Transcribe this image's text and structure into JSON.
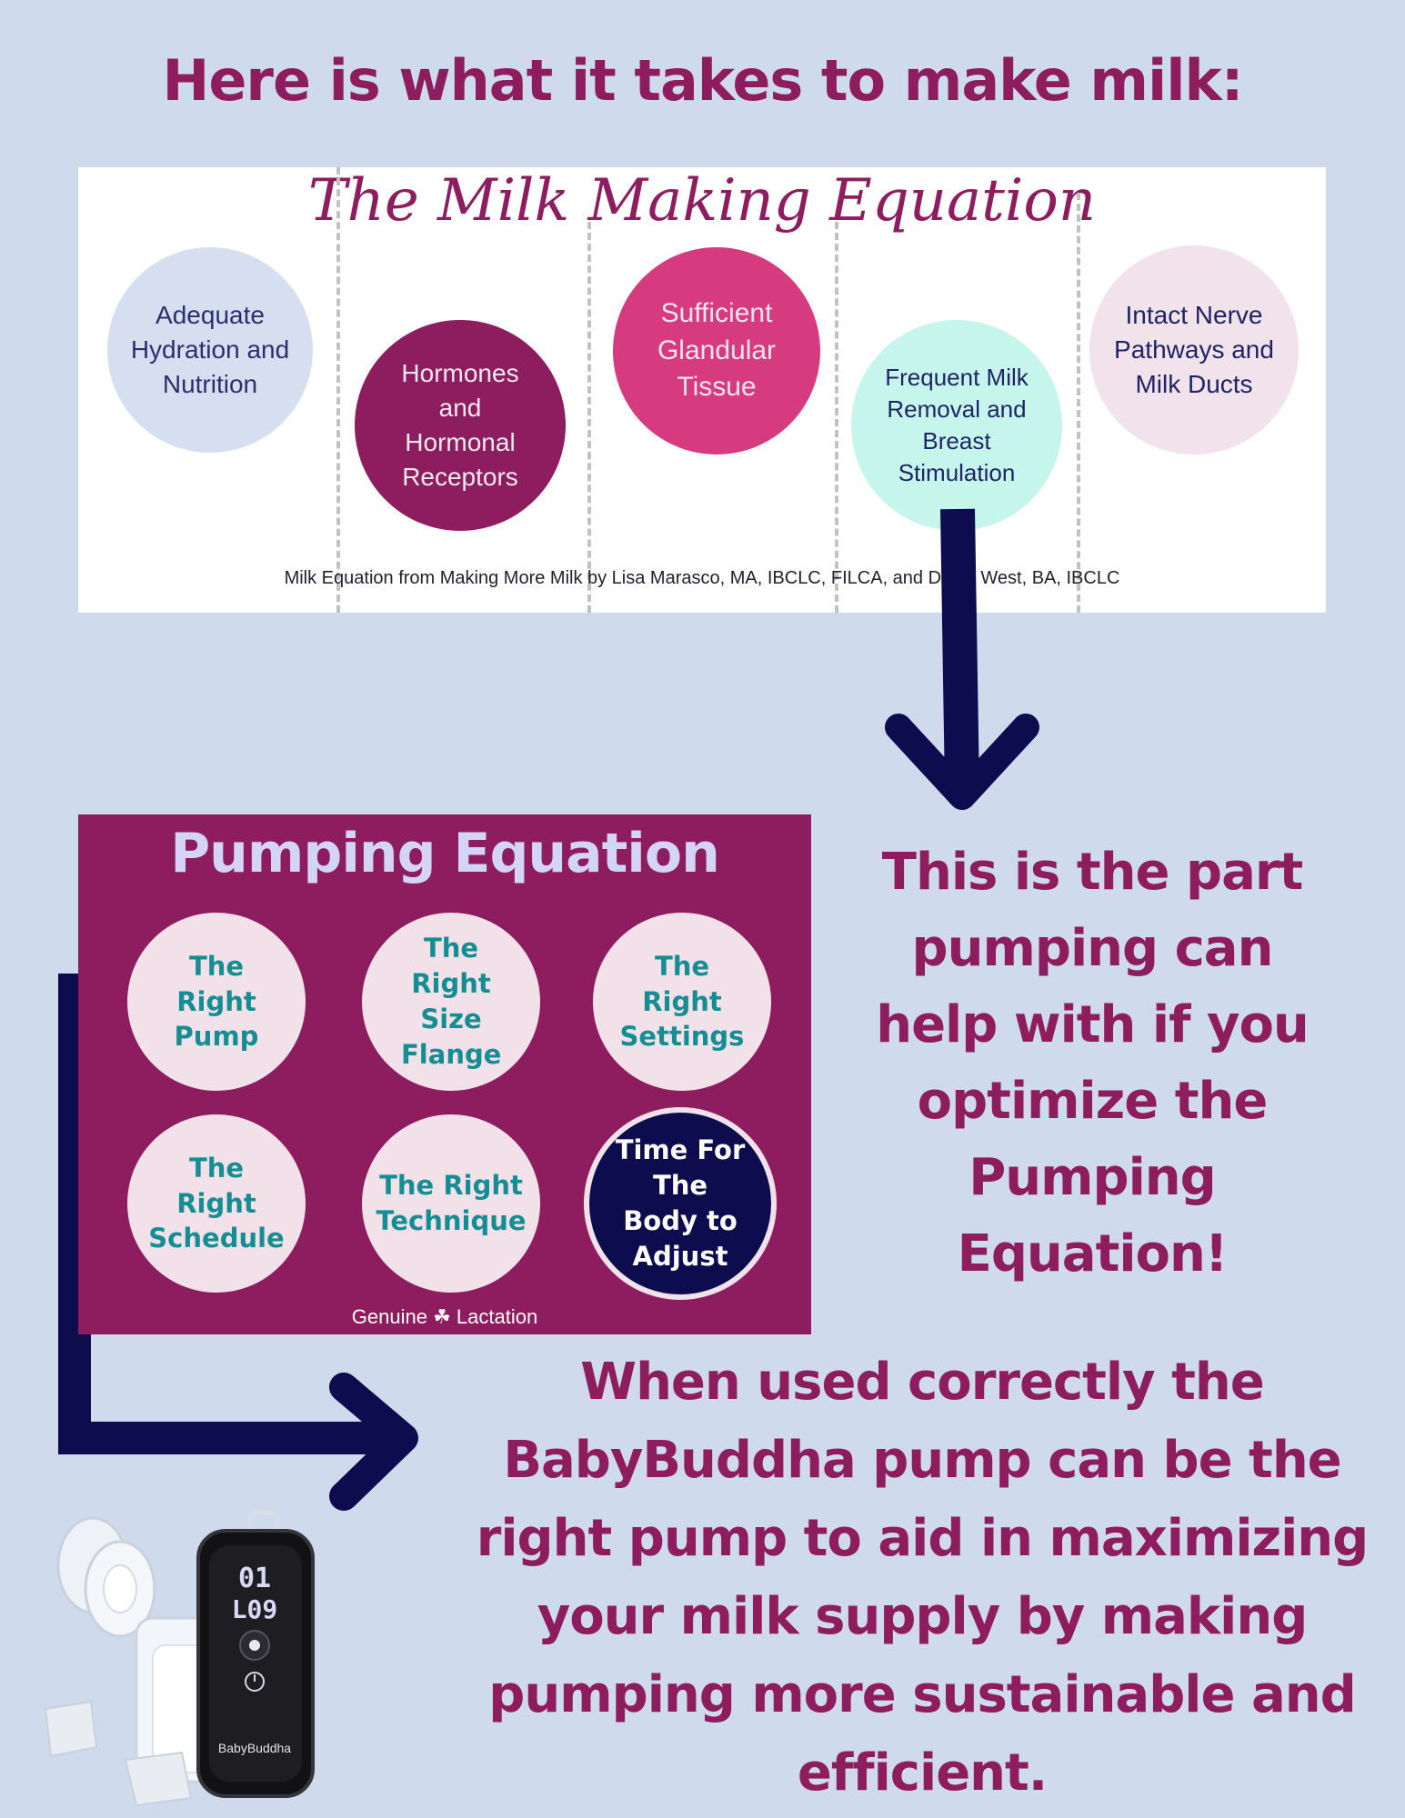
{
  "heading": "Here is what it takes to make milk:",
  "milk_equation": {
    "title": "The Milk Making Equation",
    "circles": [
      {
        "label": "Adequate Hydration and Nutrition",
        "color": "#d6dff0"
      },
      {
        "label": "Hormones and Hormonal Receptors",
        "color": "#8e1d5f"
      },
      {
        "label": "Sufficient Glandular Tissue",
        "color": "#d63a7f"
      },
      {
        "label": "Frequent Milk Removal and Breast Stimulation",
        "color": "#c6f5ec"
      },
      {
        "label": "Intact Nerve Pathways and Milk Ducts",
        "color": "#f1e2ec"
      }
    ],
    "credit": "Milk Equation from Making More Milk  by Lisa Marasco, MA, IBCLC, FILCA, and Diana West, BA, IBCLC"
  },
  "pumping_equation": {
    "title": "Pumping Equation",
    "circles": [
      {
        "label": "The Right Pump"
      },
      {
        "label": "The Right Size Flange"
      },
      {
        "label": "The Right Settings"
      },
      {
        "label": "The Right Schedule"
      },
      {
        "label": "The Right Technique"
      },
      {
        "label": "Time For The Body to Adjust"
      }
    ],
    "brand": "Genuine ☘ Lactation"
  },
  "side_text": "This is the part pumping can help with if you optimize the Pumping Equation!",
  "bottom_text": "When used correctly the BabyBuddha pump can be the right pump to aid in maximizing your milk supply by making pumping more sustainable and efficient.",
  "pump_device": {
    "display_top": "01",
    "display_bottom": "L09",
    "brand": "BabyBuddha"
  },
  "colors": {
    "background": "#cfdaec",
    "brand_magenta": "#8e1d5f",
    "arrow_navy": "#0c0c4e",
    "teal_text": "#148e93"
  }
}
